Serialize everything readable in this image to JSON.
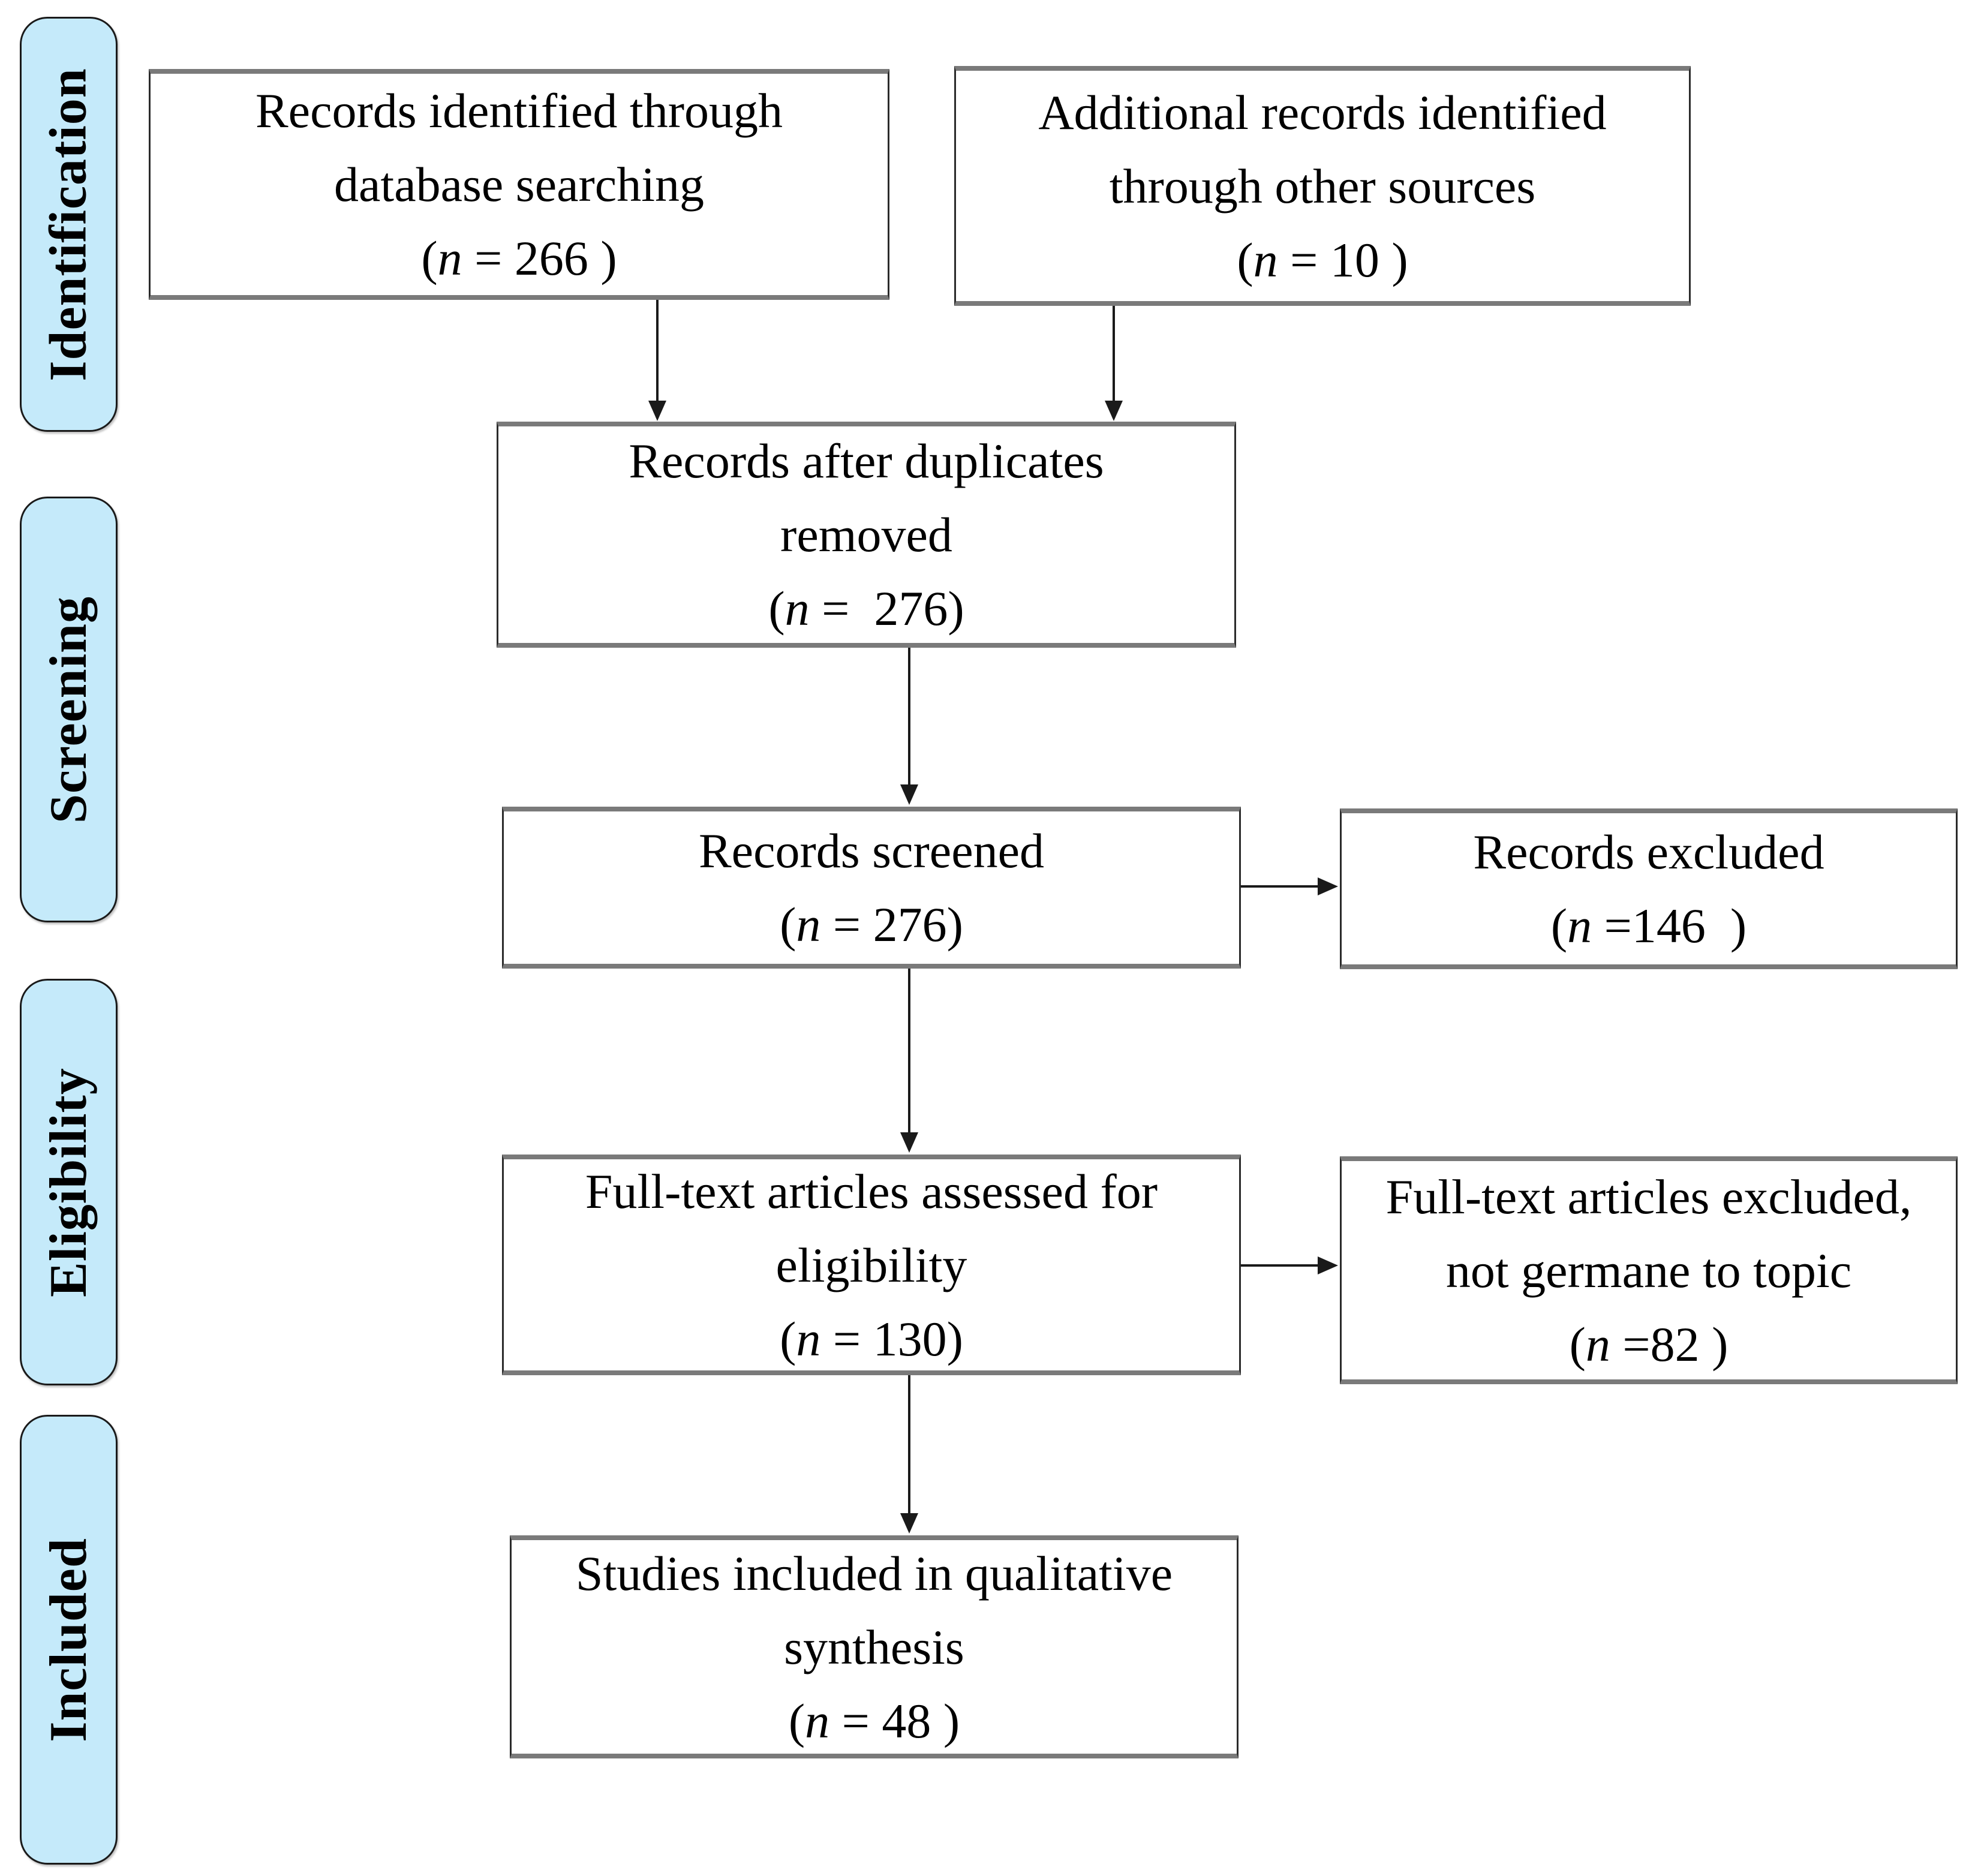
{
  "diagram": {
    "type": "PRISMA flow diagram",
    "colors": {
      "stage_fill": "#C5EAFA",
      "stage_border": "#1A1A1A",
      "box_fill": "#FFFFFF",
      "box_border_sides": "#2B2B2B",
      "box_border_top_bottom": "#7A7A7A",
      "arrow": "#1A1A1A",
      "text": "#000000",
      "background": "#FFFFFF"
    },
    "stages": [
      {
        "id": "identification",
        "label": "Identification"
      },
      {
        "id": "screening",
        "label": "Screening"
      },
      {
        "id": "eligibility",
        "label": "Eligibility"
      },
      {
        "id": "included",
        "label": "Included"
      }
    ],
    "boxes": {
      "identified": {
        "label": "Records identified through\ndatabase searching",
        "n": 266,
        "count_open": "(",
        "count_var": "n",
        "count_close": " = 266 )"
      },
      "additional": {
        "label": "Additional records identified\nthrough other sources",
        "n": 10,
        "count_open": "(",
        "count_var": "n",
        "count_close": " = 10 )"
      },
      "deduplicated": {
        "label": "Records after duplicates\nremoved",
        "n": 276,
        "count_open": "(",
        "count_var": "n",
        "count_close": " =  276)"
      },
      "screened": {
        "label": "Records screened",
        "n": 276,
        "count_open": "(",
        "count_var": "n",
        "count_close": " = 276)"
      },
      "excluded": {
        "label": "Records excluded",
        "n": 146,
        "count_open": "(",
        "count_var": "n",
        "count_close": " =146  )"
      },
      "fulltext": {
        "label": "Full-text articles assessed for\neligibility",
        "n": 130,
        "count_open": "(",
        "count_var": "n",
        "count_close": " = 130)"
      },
      "fulltext_excluded": {
        "label": "Full-text articles excluded,\nnot germane to topic",
        "n": 82,
        "count_open": "(",
        "count_var": "n",
        "count_close": " =82 )"
      },
      "included_studies": {
        "label": "Studies included in qualitative\nsynthesis",
        "n": 48,
        "count_open": "(",
        "count_var": "n",
        "count_close": " = 48 )"
      }
    },
    "edges": [
      {
        "from": "identified",
        "to": "deduplicated"
      },
      {
        "from": "additional",
        "to": "deduplicated"
      },
      {
        "from": "deduplicated",
        "to": "screened"
      },
      {
        "from": "screened",
        "to": "excluded"
      },
      {
        "from": "screened",
        "to": "fulltext"
      },
      {
        "from": "fulltext",
        "to": "fulltext_excluded"
      },
      {
        "from": "fulltext",
        "to": "included_studies"
      }
    ]
  }
}
